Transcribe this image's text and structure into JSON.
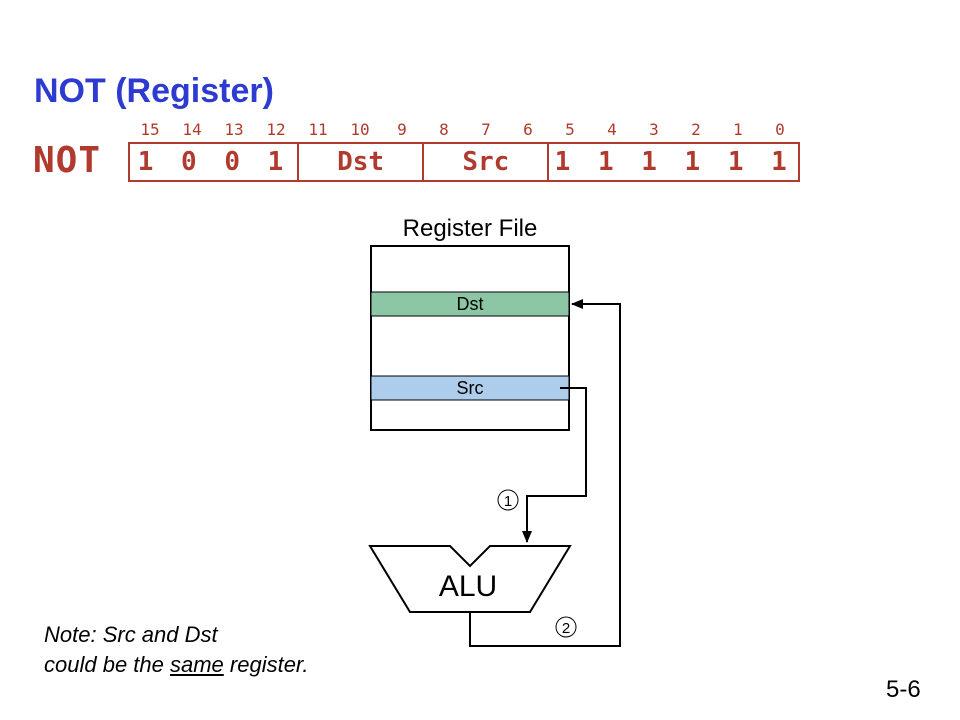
{
  "title": "NOT (Register)",
  "instruction": {
    "opcode_label": "NOT",
    "bit_numbers": [
      "15",
      "14",
      "13",
      "12",
      "11",
      "10",
      "9",
      "8",
      "7",
      "6",
      "5",
      "4",
      "3",
      "2",
      "1",
      "0"
    ],
    "fields": {
      "opcode": "1 0 0 1",
      "dst": "Dst",
      "src": "Src",
      "ones": "1 1 1 1 1 1"
    }
  },
  "diagram": {
    "register_file_title": "Register File",
    "dst_label": "Dst",
    "src_label": "Src",
    "alu_label": "ALU",
    "step_1": "1",
    "step_2": "2",
    "colors": {
      "dst_row": "#8cc6a4",
      "src_row": "#aeccec"
    }
  },
  "note": {
    "line1": "Note: Src and Dst",
    "line2_before": "could be the ",
    "line2_underlined": "same",
    "line2_after": " register."
  },
  "page_number": "5-6"
}
